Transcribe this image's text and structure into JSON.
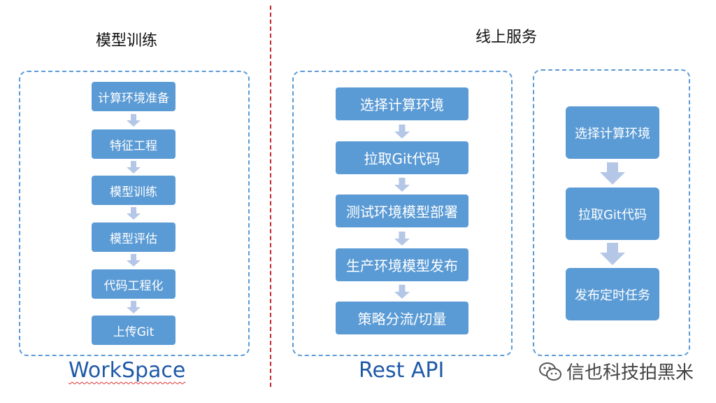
{
  "sections": {
    "left_title": "模型训练",
    "right_title": "线上服务"
  },
  "workspace": {
    "caption": "WorkSpace",
    "steps": [
      "计算环境准备",
      "特征工程",
      "模型训练",
      "模型评估",
      "代码工程化",
      "上传Git"
    ]
  },
  "rest_api": {
    "caption": "Rest API",
    "steps": [
      "选择计算环境",
      "拉取Git代码",
      "测试环境模型部署",
      "生产环境模型发布",
      "策略分流/切量"
    ]
  },
  "job": {
    "steps": [
      "选择计算环境",
      "拉取Git代码",
      "发布定时任务"
    ]
  },
  "watermark": {
    "text": "信也科技拍黑米",
    "icon": "wechat-icon"
  },
  "colors": {
    "step_fill": "#5b9bd5",
    "arrow_fill": "#b4c7e7",
    "panel_border": "#5b9bd5",
    "divider": "#c0272d",
    "caption": "#1f5aa8"
  }
}
